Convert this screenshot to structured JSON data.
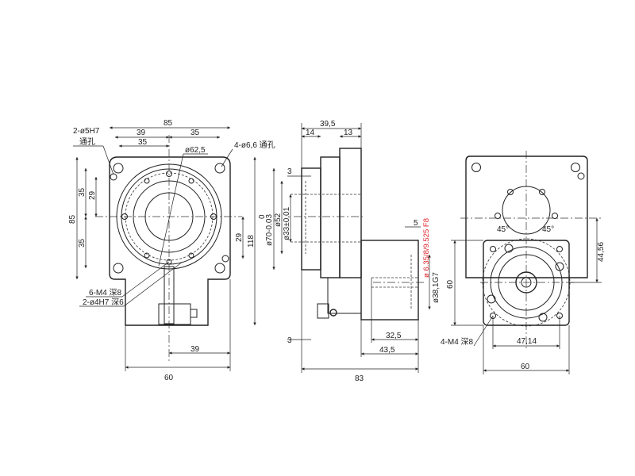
{
  "drawing": {
    "front_view": {
      "dims": {
        "width_85": "85",
        "d39": "39",
        "d35_right": "35",
        "d35_top": "35",
        "dia62_5": "ø62,5",
        "height_85": "85",
        "v35_top": "35",
        "v29_left": "29",
        "v35_bottom": "35",
        "v29_right": "29",
        "height_118": "118",
        "bottom_60": "60",
        "bottom_39": "39"
      },
      "callouts": {
        "pin_holes": "2-ø5H7",
        "pin_holes_note": "通孔",
        "mount_holes": "4-ø6,6 通孔",
        "tapped": "6-M4 深8",
        "dowel": "2-ø4H7 深6"
      }
    },
    "side_view": {
      "dims": {
        "total_39_5": "39,5",
        "d14": "14",
        "d13": "13",
        "d3_top": "3",
        "d3_bottom": "3",
        "dia70": "ø70-0.03",
        "tol70": "0",
        "dia52": "ø52",
        "dia33": "ø33±0,01",
        "d5": "5",
        "dia38": "ø38,1G7",
        "d32_5": "32,5",
        "d43_5": "43,5",
        "total_83": "83"
      },
      "shaft_note": "ø 6.35/8/9.525 F8"
    },
    "rear_view": {
      "dims": {
        "angle_left": "45°",
        "angle_right": "45°",
        "d44_56": "44,56",
        "v60": "60",
        "d47_14": "47,14",
        "h60": "60"
      },
      "callouts": {
        "tapped": "4-M4 深8"
      }
    }
  },
  "colors": {
    "line": "#222222",
    "accent": "#e0222a"
  }
}
